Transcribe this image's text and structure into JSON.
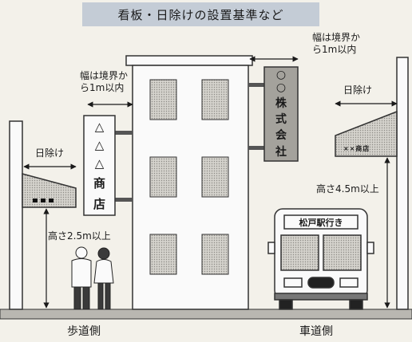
{
  "title": "看板・日除けの設置基準など",
  "labels": {
    "sidewalk_side": "歩道側",
    "roadway_side": "車道側",
    "width_left": [
      "幅は境界か",
      "ら1m以内"
    ],
    "width_right": [
      "幅は境界か",
      "ら1m以内"
    ],
    "awning_left": "日除け",
    "awning_right": "日除け",
    "height_sidewalk": "高さ2.5m以上",
    "height_roadway": "高さ4.5m以上"
  },
  "signs": {
    "store_chars": [
      "△",
      "△",
      "△",
      "商",
      "店"
    ],
    "company_chars": [
      "○",
      "○",
      "株",
      "式",
      "会",
      "社"
    ],
    "right_awning_text": "××商店",
    "bus_destination": "松戸駅行き"
  }
}
